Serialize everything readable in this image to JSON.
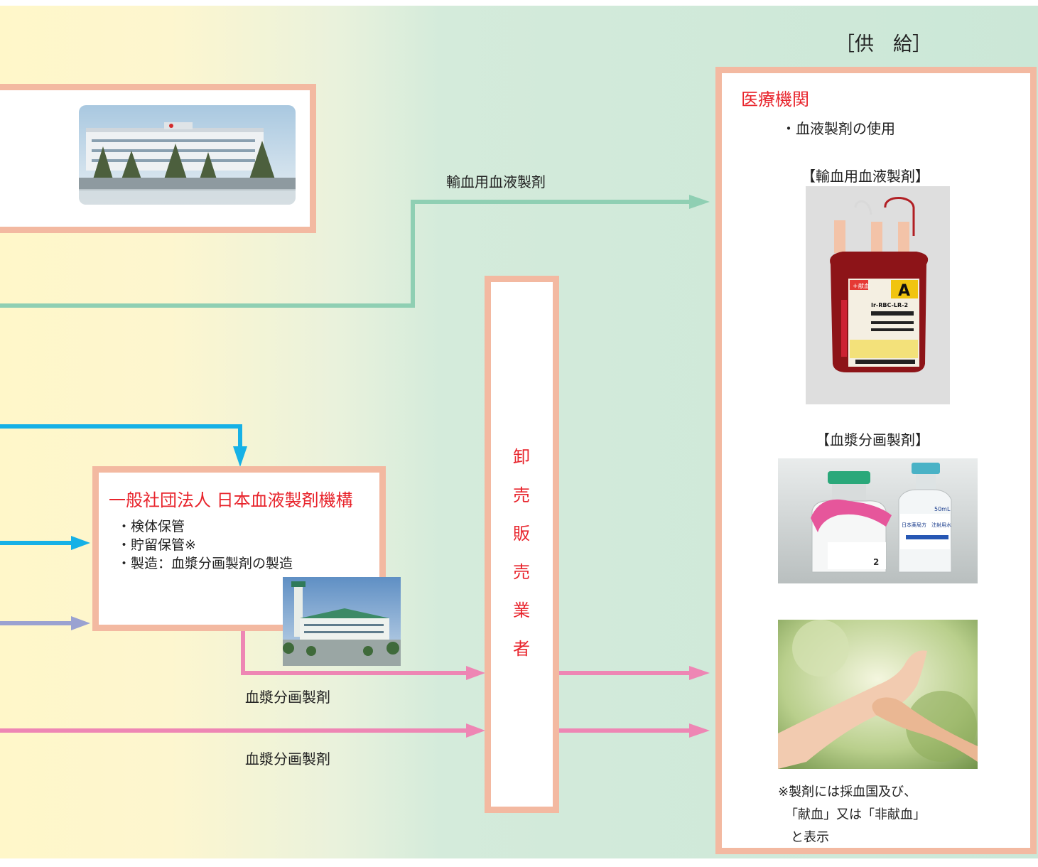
{
  "header": {
    "supply_label": "［供　給］"
  },
  "medical": {
    "title": "医療機関",
    "bullet": "・血液製剤の使用",
    "transfusion_heading": "【輸血用血液製剤】",
    "plasma_heading": "【血漿分画製剤】",
    "note_lines": [
      "※製剤には採血国及び、",
      "「献血」又は「非献血」",
      "と表示"
    ],
    "bag_label": {
      "cross": "+",
      "badge": "献血",
      "group": "A",
      "code": "Ir-RBC-LR-2"
    },
    "vial_labels": {
      "left_num": "2",
      "right_brand": "日本薬局方　注射用水",
      "right_vol": "50mL"
    }
  },
  "jbpo": {
    "title": "一般社団法人 日本血液製剤機構",
    "items": [
      "・検体保管",
      "・貯留保管※",
      "・製造：血漿分画製剤の製造"
    ]
  },
  "wholesaler": {
    "chars": [
      "卸",
      "売",
      "販",
      "売",
      "業",
      "者"
    ]
  },
  "flows": {
    "transfusion_label": "輸血用血液製剤",
    "plasma_label_1": "血漿分画製剤",
    "plasma_label_2": "血漿分画製剤"
  },
  "colors": {
    "green_arrow": "#8fcfb3",
    "cyan_arrow": "#16b1e6",
    "lavender_arrow": "#9aa2d1",
    "pink_arrow": "#ee86b4",
    "box_border": "#f3b9a1",
    "red_text": "#e8242c"
  }
}
